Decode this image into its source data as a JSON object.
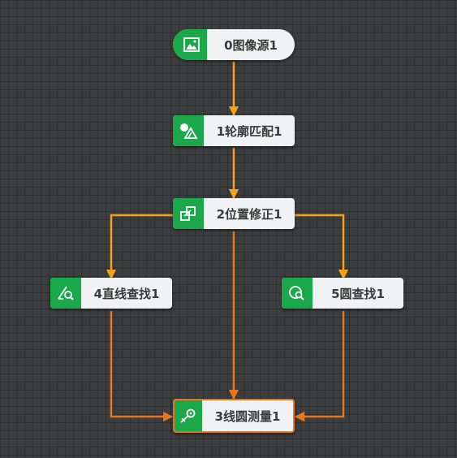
{
  "colors": {
    "canvas": "#3c3d3f",
    "node_icon_bg": "#1aa84a",
    "wire_primary": "#f4a21a",
    "wire_secondary": "#e8781e",
    "selected_border": "#e8781e"
  },
  "nodes": [
    {
      "id": "0",
      "label": "0图像源1",
      "icon": "image-icon",
      "shape": "pill"
    },
    {
      "id": "1",
      "label": "1轮廓匹配1",
      "icon": "contour-match-icon"
    },
    {
      "id": "2",
      "label": "2位置修正1",
      "icon": "position-correction-icon"
    },
    {
      "id": "4",
      "label": "4直线查找1",
      "icon": "line-find-icon"
    },
    {
      "id": "5",
      "label": "5圆查找1",
      "icon": "circle-find-icon"
    },
    {
      "id": "3",
      "label": "3线圆测量1",
      "icon": "line-circle-measure-icon",
      "selected": true
    }
  ],
  "connections": [
    {
      "from": "0",
      "to": "1"
    },
    {
      "from": "1",
      "to": "2"
    },
    {
      "from": "2",
      "to": "4"
    },
    {
      "from": "2",
      "to": "5"
    },
    {
      "from": "2",
      "to": "3"
    },
    {
      "from": "4",
      "to": "3"
    },
    {
      "from": "5",
      "to": "3"
    }
  ]
}
